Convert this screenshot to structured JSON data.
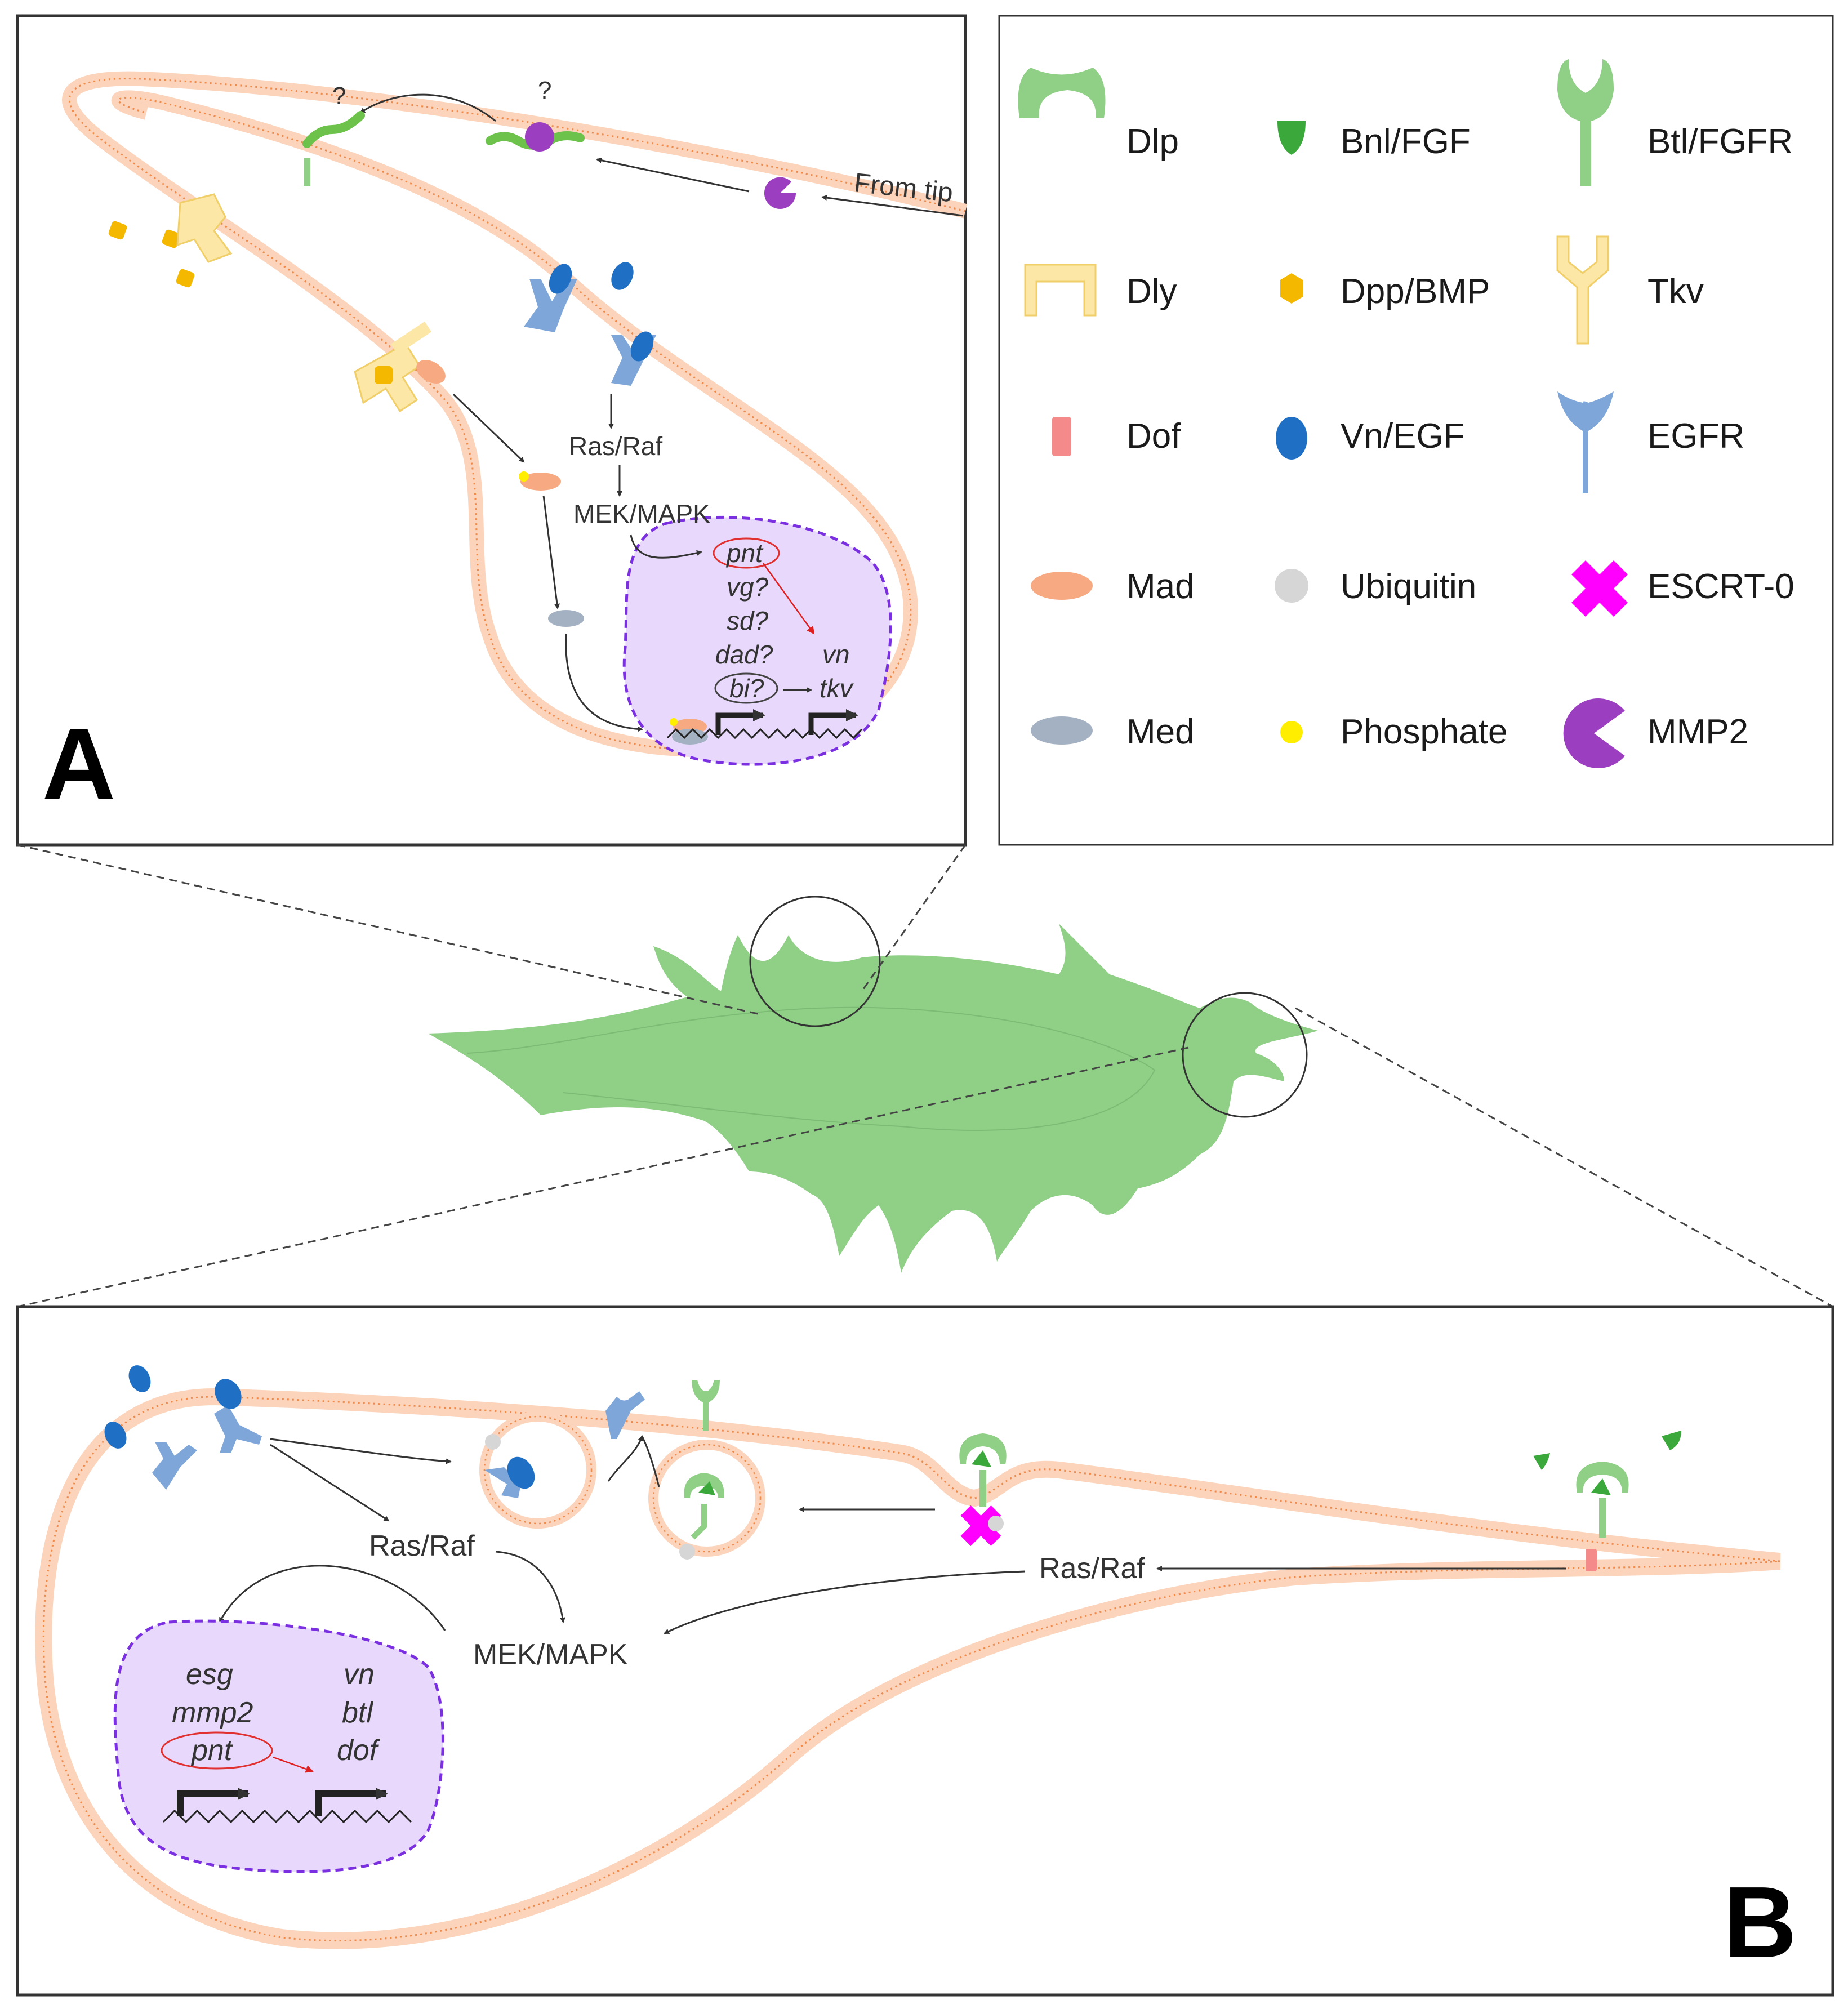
{
  "panel_a": {
    "letter": "A",
    "question_marks": [
      "?",
      "?"
    ],
    "from_tip": "From tip",
    "pathway": [
      "Ras/Raf",
      "MEK/MAPK"
    ],
    "genes_left": [
      "pnt",
      "vg?",
      "sd?",
      "dad?",
      "bi?"
    ],
    "genes_right": [
      "vn",
      "tkv"
    ]
  },
  "panel_b": {
    "letter": "B",
    "pathway": [
      "Ras/Raf",
      "Ras/Raf",
      "MEK/MAPK"
    ],
    "genes_left": [
      "esg",
      "mmp2",
      "pnt"
    ],
    "genes_right": [
      "vn",
      "btl",
      "dof"
    ]
  },
  "legend": {
    "items": [
      {
        "label": "Dlp",
        "icon": "dlp-icon",
        "color": "#8fcf86"
      },
      {
        "label": "Bnl/FGF",
        "icon": "bnl-fgf-icon",
        "color": "#3aa83a"
      },
      {
        "label": "Btl/FGFR",
        "icon": "btl-fgfr-icon",
        "color": "#8fcf86"
      },
      {
        "label": "Dly",
        "icon": "dly-icon",
        "color": "#fce7a6"
      },
      {
        "label": "Dpp/BMP",
        "icon": "dpp-bmp-icon",
        "color": "#f5b800"
      },
      {
        "label": "Tkv",
        "icon": "tkv-icon",
        "color": "#fce7a6"
      },
      {
        "label": "Dof",
        "icon": "dof-icon",
        "color": "#f48a8a"
      },
      {
        "label": "Vn/EGF",
        "icon": "vn-egf-icon",
        "color": "#1f6fc4"
      },
      {
        "label": "EGFR",
        "icon": "egfr-icon",
        "color": "#7fa6d8"
      },
      {
        "label": "Mad",
        "icon": "mad-icon",
        "color": "#f7a982"
      },
      {
        "label": "Ubiquitin",
        "icon": "ubiquitin-icon",
        "color": "#d6d6d6"
      },
      {
        "label": "ESCRT-0",
        "icon": "escrt-0-icon",
        "color": "#ff00ff"
      },
      {
        "label": "Med",
        "icon": "med-icon",
        "color": "#a3b1c2"
      },
      {
        "label": "Phosphate",
        "icon": "phosphate-icon",
        "color": "#ffee00"
      },
      {
        "label": "MMP2",
        "icon": "mmp2-icon",
        "color": "#9b3fc0"
      }
    ]
  },
  "colors": {
    "membrane": "#f7a56a",
    "membrane_fill": "#fde3d3",
    "nucleus_fill": "#e8d8fb",
    "nucleus_border": "#7a2fe0",
    "cell": "#8fcf86",
    "pnt_ring": "#e03030"
  }
}
